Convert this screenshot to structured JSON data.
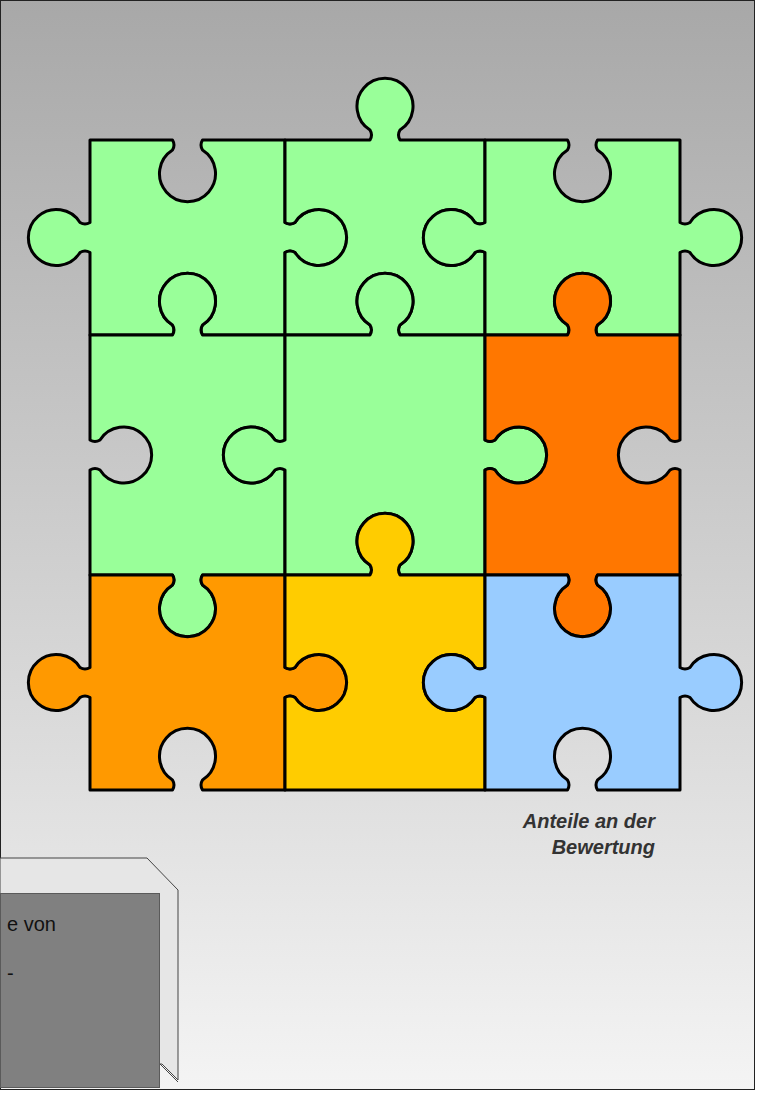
{
  "diagram": {
    "nodes": [
      {
        "text": [
          "e von",
          "-"
        ]
      }
    ],
    "labels": [
      "Anteile an der Bewertung"
    ]
  }
}
